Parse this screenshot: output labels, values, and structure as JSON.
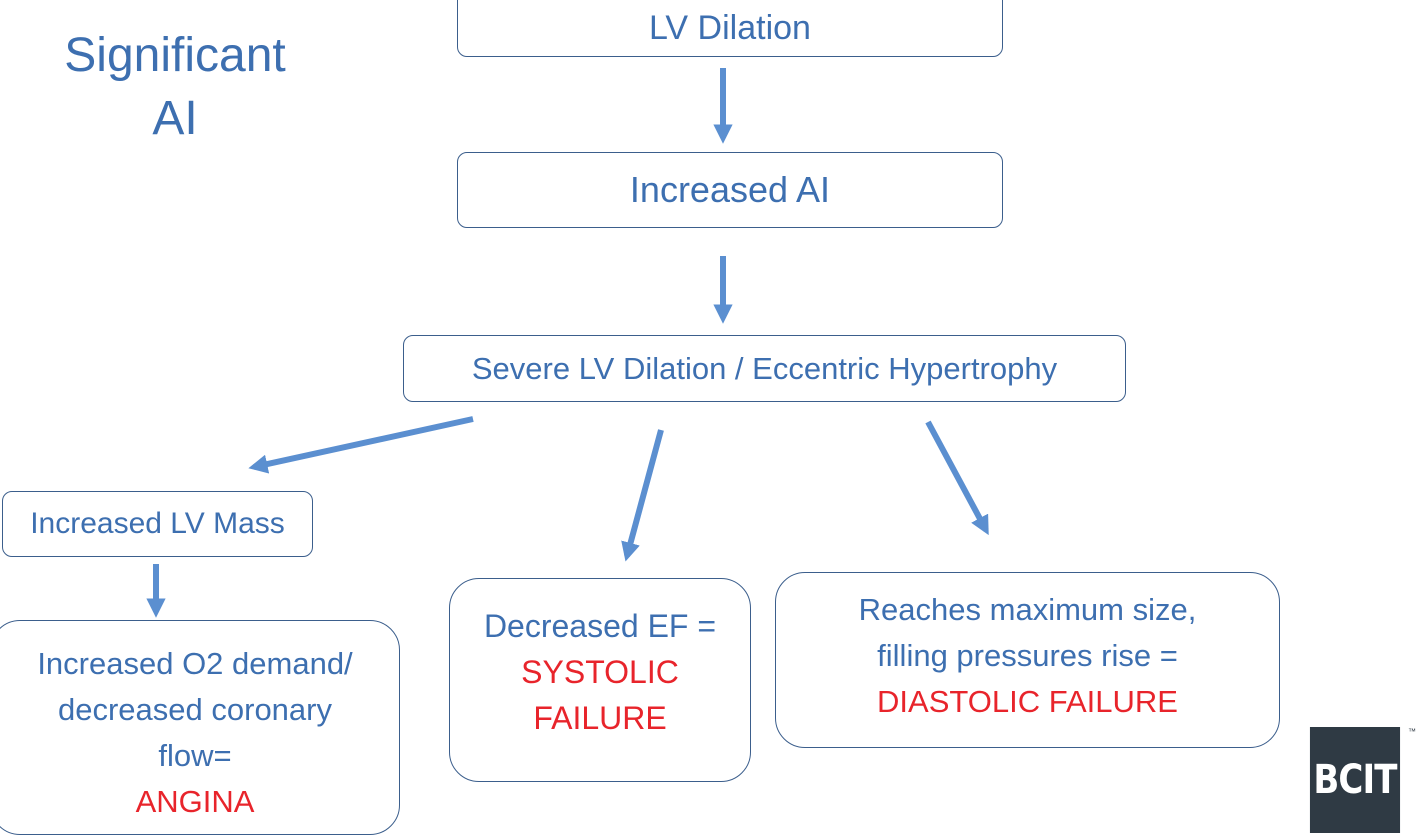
{
  "title": {
    "line1": "Significant",
    "line2": "AI"
  },
  "boxes": {
    "lv_dilation": "LV Dilation",
    "increased_ai": "Increased AI",
    "severe": "Severe LV Dilation / Eccentric Hypertrophy",
    "lv_mass": "Increased LV Mass",
    "angina": {
      "line1": "Increased O2 demand/",
      "line2": "decreased coronary",
      "line3": "flow=",
      "line4": "ANGINA"
    },
    "systolic": {
      "line1": "Decreased EF =",
      "line2": "SYSTOLIC",
      "line3": "FAILURE"
    },
    "diastolic": {
      "line1": "Reaches maximum size,",
      "line2": "filling pressures rise =",
      "line3": "DIASTOLIC FAILURE"
    }
  },
  "logo": {
    "text": "BCIT",
    "tm": "™"
  },
  "colors": {
    "text_blue": "#3d6fb0",
    "arrow_blue": "#5b8fd0",
    "alert_red": "#e8242b",
    "border": "#3b5e8c"
  }
}
